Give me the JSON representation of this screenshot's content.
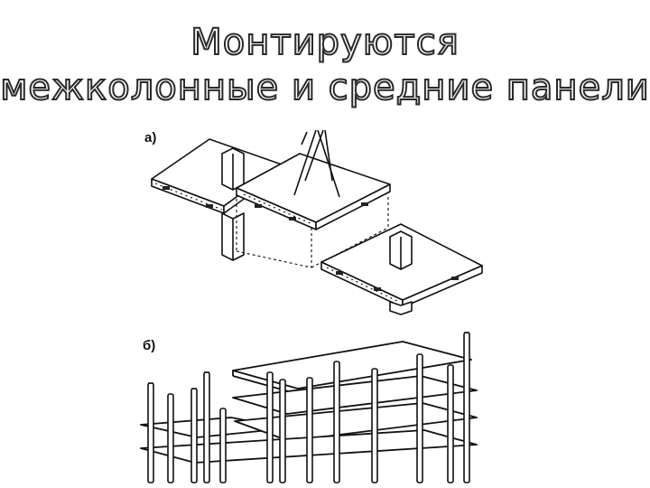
{
  "slide": {
    "title_line1": "Монтируются",
    "title_line2": "межколонные и средние панели"
  },
  "figures": {
    "a_label": "а)",
    "b_label": "б)"
  }
}
